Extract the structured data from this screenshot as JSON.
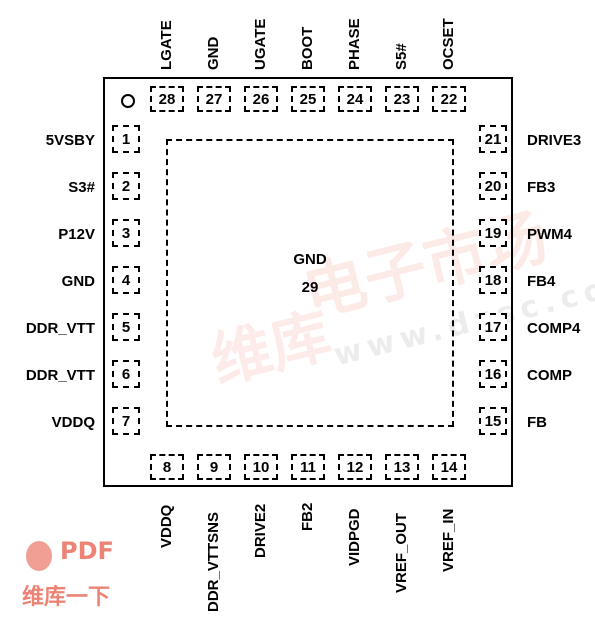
{
  "watermark": {
    "upper_text": "电子市场",
    "lower_text": "www.dzsc.com",
    "side_text": "维库",
    "logo_text": "PDF",
    "logo_sub": "维库一下"
  },
  "package": {
    "pins_left": [
      {
        "num": "1",
        "name": "5VSBY"
      },
      {
        "num": "2",
        "name": "S3#"
      },
      {
        "num": "3",
        "name": "P12V"
      },
      {
        "num": "4",
        "name": "GND"
      },
      {
        "num": "5",
        "name": "DDR_VTT"
      },
      {
        "num": "6",
        "name": "DDR_VTT"
      },
      {
        "num": "7",
        "name": "VDDQ"
      }
    ],
    "pins_bottom": [
      {
        "num": "8",
        "name": "VDDQ"
      },
      {
        "num": "9",
        "name": "DDR_VTTSNS"
      },
      {
        "num": "10",
        "name": "DRIVE2"
      },
      {
        "num": "11",
        "name": "FB2"
      },
      {
        "num": "12",
        "name": "VIDPGD"
      },
      {
        "num": "13",
        "name": "VREF_OUT"
      },
      {
        "num": "14",
        "name": "VREF_IN"
      }
    ],
    "pins_right": [
      {
        "num": "21",
        "name": "DRIVE3"
      },
      {
        "num": "20",
        "name": "FB3"
      },
      {
        "num": "19",
        "name": "PWM4"
      },
      {
        "num": "18",
        "name": "FB4"
      },
      {
        "num": "17",
        "name": "COMP4"
      },
      {
        "num": "16",
        "name": "COMP"
      },
      {
        "num": "15",
        "name": "FB"
      }
    ],
    "pins_top": [
      {
        "num": "28",
        "name": "LGATE"
      },
      {
        "num": "27",
        "name": "GND"
      },
      {
        "num": "26",
        "name": "UGATE"
      },
      {
        "num": "25",
        "name": "BOOT"
      },
      {
        "num": "24",
        "name": "PHASE"
      },
      {
        "num": "23",
        "name": "S5#"
      },
      {
        "num": "22",
        "name": "OCSET"
      }
    ],
    "exposed_pad": {
      "name": "GND",
      "num": "29"
    }
  }
}
